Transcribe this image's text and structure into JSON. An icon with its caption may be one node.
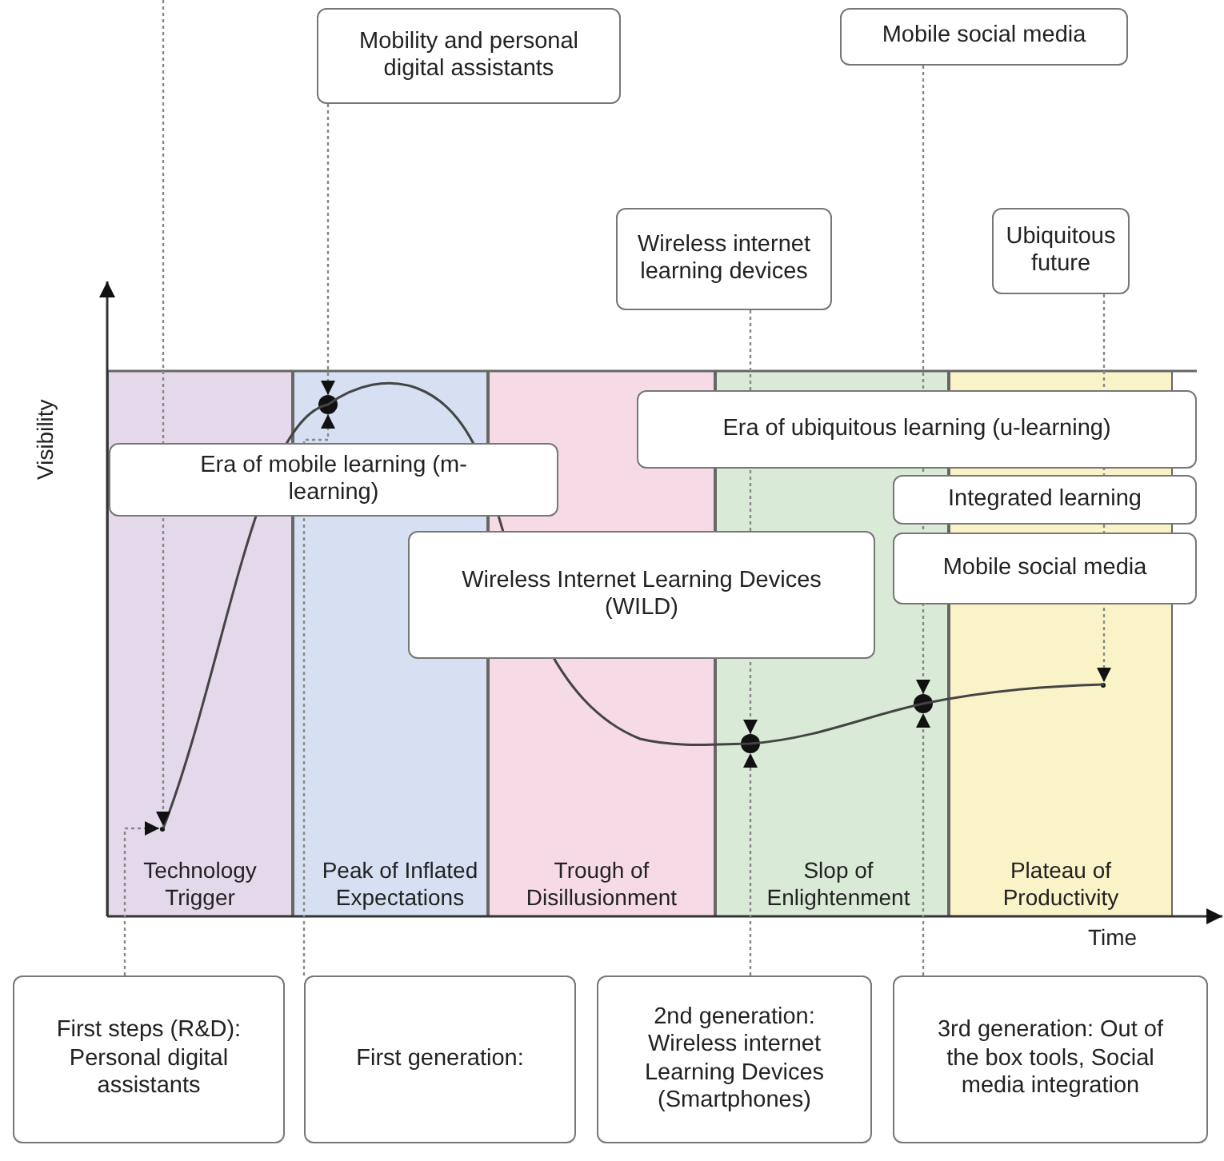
{
  "diagram": {
    "nodes": [
      {
        "text": [
          "Mobility and personal digital assistants"
        ]
      },
      {
        "text": [
          "Mobile social media"
        ]
      },
      {
        "text": [
          "Wireless internet learning devices"
        ]
      },
      {
        "text": [
          "Ubiquitous future"
        ]
      },
      {
        "text": [
          "Technology Trigger"
        ]
      },
      {
        "text": [
          "Peak of Inflated Expectations"
        ]
      },
      {
        "text": [
          "Trough of Disillusionment"
        ]
      },
      {
        "text": [
          "Slop of Enlightenment"
        ]
      },
      {
        "text": [
          "Plateau of Productivity"
        ]
      },
      {
        "text": [
          "Era of mobile learning (m-learning)"
        ]
      },
      {
        "text": [
          "Wireless Internet Learning Devices (WILD)"
        ]
      },
      {
        "text": [
          "Era of ubiquitous learning (u-learning)"
        ]
      },
      {
        "text": [
          "Integrated learning"
        ]
      },
      {
        "text": [
          "Mobile social media"
        ]
      },
      {
        "text": [
          "First steps (R&D): Personal digital assistants"
        ]
      },
      {
        "text": [
          "First generation:"
        ]
      },
      {
        "text": [
          "2nd generation: Wireless internet Learning Devices (Smartphones)"
        ]
      },
      {
        "text": [
          "3rd generation: Out of the box tools, Social media integration"
        ]
      },
      {
        "text": [],
        "shape": "point",
        "in": 4
      },
      {
        "text": [],
        "shape": "circle",
        "in": 5
      },
      {
        "text": [],
        "shape": "circle",
        "in": 7
      },
      {
        "text": [],
        "shape": "circle",
        "in": 7
      },
      {
        "text": [],
        "shape": "point",
        "in": 8
      }
    ],
    "edges": [
      {
        "from": null,
        "to": 18,
        "arrow": "to"
      },
      {
        "from": 14,
        "to": 18,
        "arrow": "to"
      },
      {
        "from": 0,
        "to": 19,
        "arrow": "to"
      },
      {
        "from": 15,
        "to": 19,
        "arrow": "to"
      },
      {
        "from": 2,
        "to": 20,
        "arrow": "to"
      },
      {
        "from": 16,
        "to": 20,
        "arrow": "to"
      },
      {
        "from": 1,
        "to": 21,
        "arrow": "to"
      },
      {
        "from": 17,
        "to": 21,
        "arrow": "to"
      },
      {
        "from": 3,
        "to": 22,
        "arrow": "to"
      }
    ],
    "labels": [
      "Visibility",
      "Time"
    ]
  }
}
